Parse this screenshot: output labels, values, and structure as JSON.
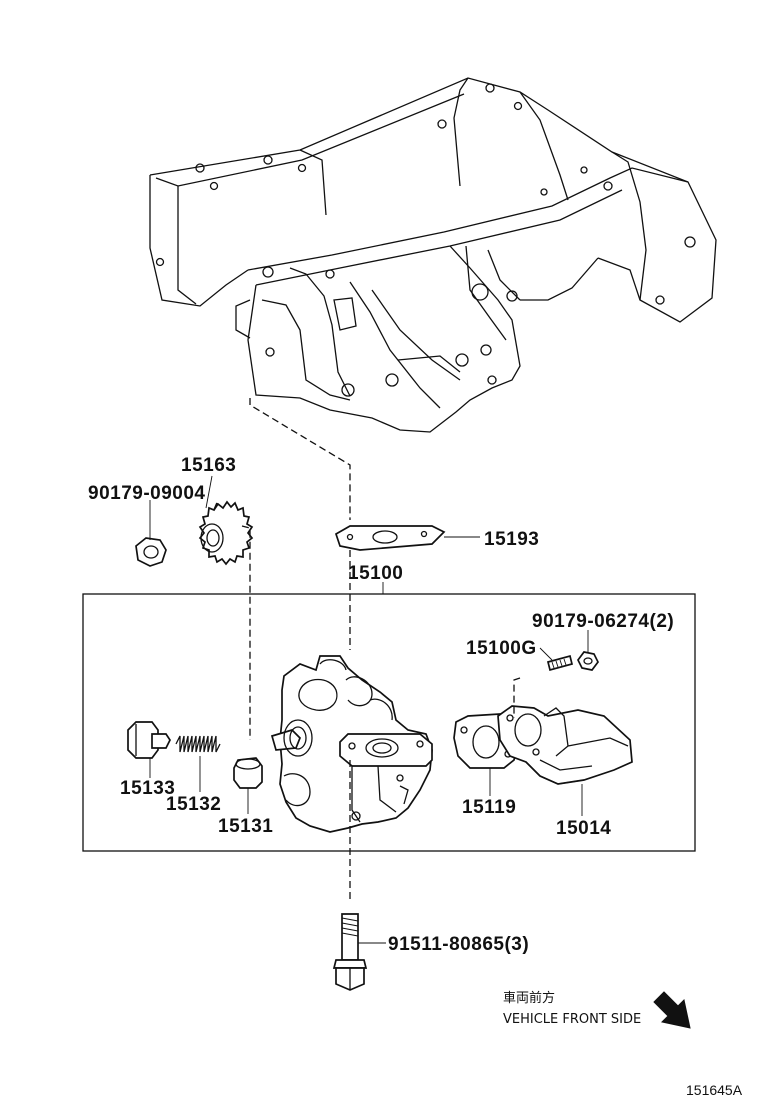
{
  "parts": {
    "p15163": "15163",
    "p90179_09004": "90179-09004",
    "p15193": "15193",
    "p15100": "15100",
    "p90179_06274": "90179-06274(2)",
    "p15100G": "15100G",
    "p15133": "15133",
    "p15132": "15132",
    "p15131": "15131",
    "p15119": "15119",
    "p15014": "15014",
    "p91511_80865": "91511-80865(3)"
  },
  "direction": {
    "label_jp": "車両前方",
    "label_en": "VEHICLE FRONT SIDE"
  },
  "figure_code": "151645A"
}
